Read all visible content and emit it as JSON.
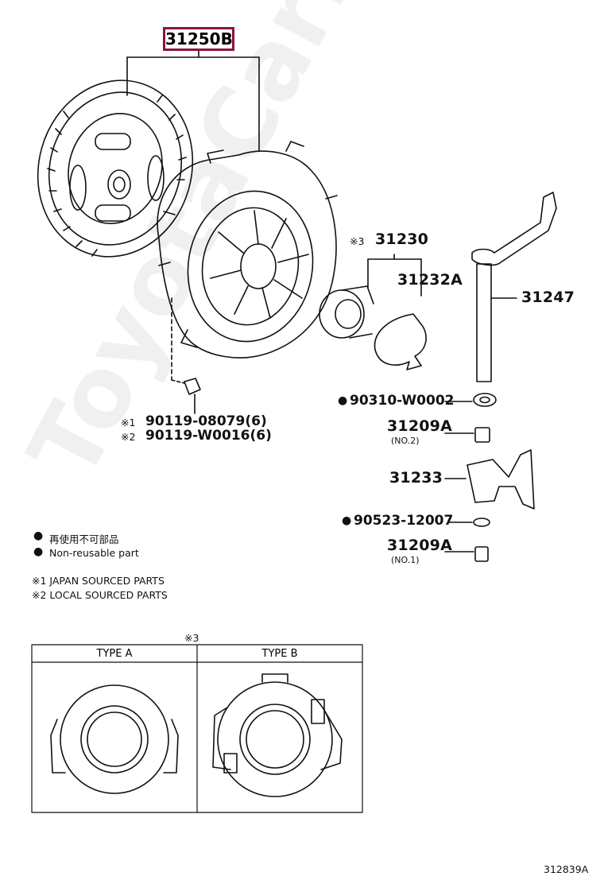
{
  "callouts": {
    "main_part": "31250B",
    "release_bearing": "31230",
    "release_bearing_mark": "※3",
    "clip": "31232A",
    "fork_shaft": "31247",
    "seal": "90310-W0002",
    "bushing_no2": "31209A",
    "bushing_no2_sub": "(NO.2)",
    "fork": "31233",
    "washer": "90523-12007",
    "bushing_no1": "31209A",
    "bushing_no1_sub": "(NO.1)",
    "bolt_1_mark": "※1",
    "bolt_1": "90119-08079(6)",
    "bolt_2_mark": "※2",
    "bolt_2": "90119-W0016(6)"
  },
  "legend": {
    "line1": "再使用不可部品",
    "line2": "Non-reusable part",
    "note1": "※1 JAPAN SOURCED PARTS",
    "note2": "※2 LOCAL SOURCED PARTS"
  },
  "type_table": {
    "mark": "※3",
    "col_a": "TYPE A",
    "col_b": "TYPE B"
  },
  "figure_id": "312839A",
  "watermark": "ToyotaCarline.ru"
}
